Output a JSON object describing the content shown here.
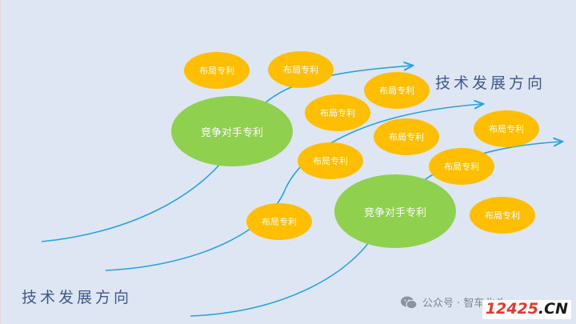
{
  "bubbles": {
    "small_label": "布局专利",
    "big_label": "竞争对手专利"
  },
  "direction_label": "技术发展方向",
  "watermark": {
    "text": "公众号 · 智车北斗"
  },
  "site_badge": {
    "number": "12425",
    "tld": ".CN"
  },
  "colors": {
    "background": "#dfe6f3",
    "layout_patent": "#ffbe00",
    "competitor_patent": "#8fd14f",
    "arrow": "#29a3e0",
    "direction_text": "#3f5a88"
  }
}
